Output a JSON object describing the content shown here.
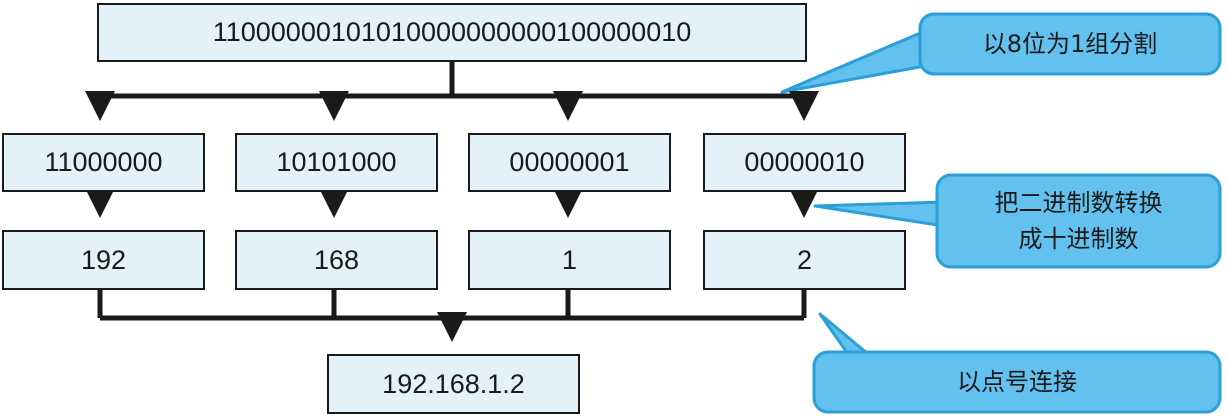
{
  "binary_address": "11000000101010000000000100000010",
  "octets_binary": [
    "11000000",
    "10101000",
    "00000001",
    "00000010"
  ],
  "octets_decimal": [
    "192",
    "168",
    "1",
    "2"
  ],
  "result": "192.168.1.2",
  "callouts": {
    "split": "以8位为1组分割",
    "convert_line1": "把二进制数转换",
    "convert_line2": "成十进制数",
    "join": "以点号连接"
  },
  "colors": {
    "box_fill": "#e3f1fb",
    "box_border": "#1a1a1a",
    "callout_fill": "#62c1ee",
    "callout_border": "#2b9fd8",
    "connector": "#1a1a1a"
  }
}
